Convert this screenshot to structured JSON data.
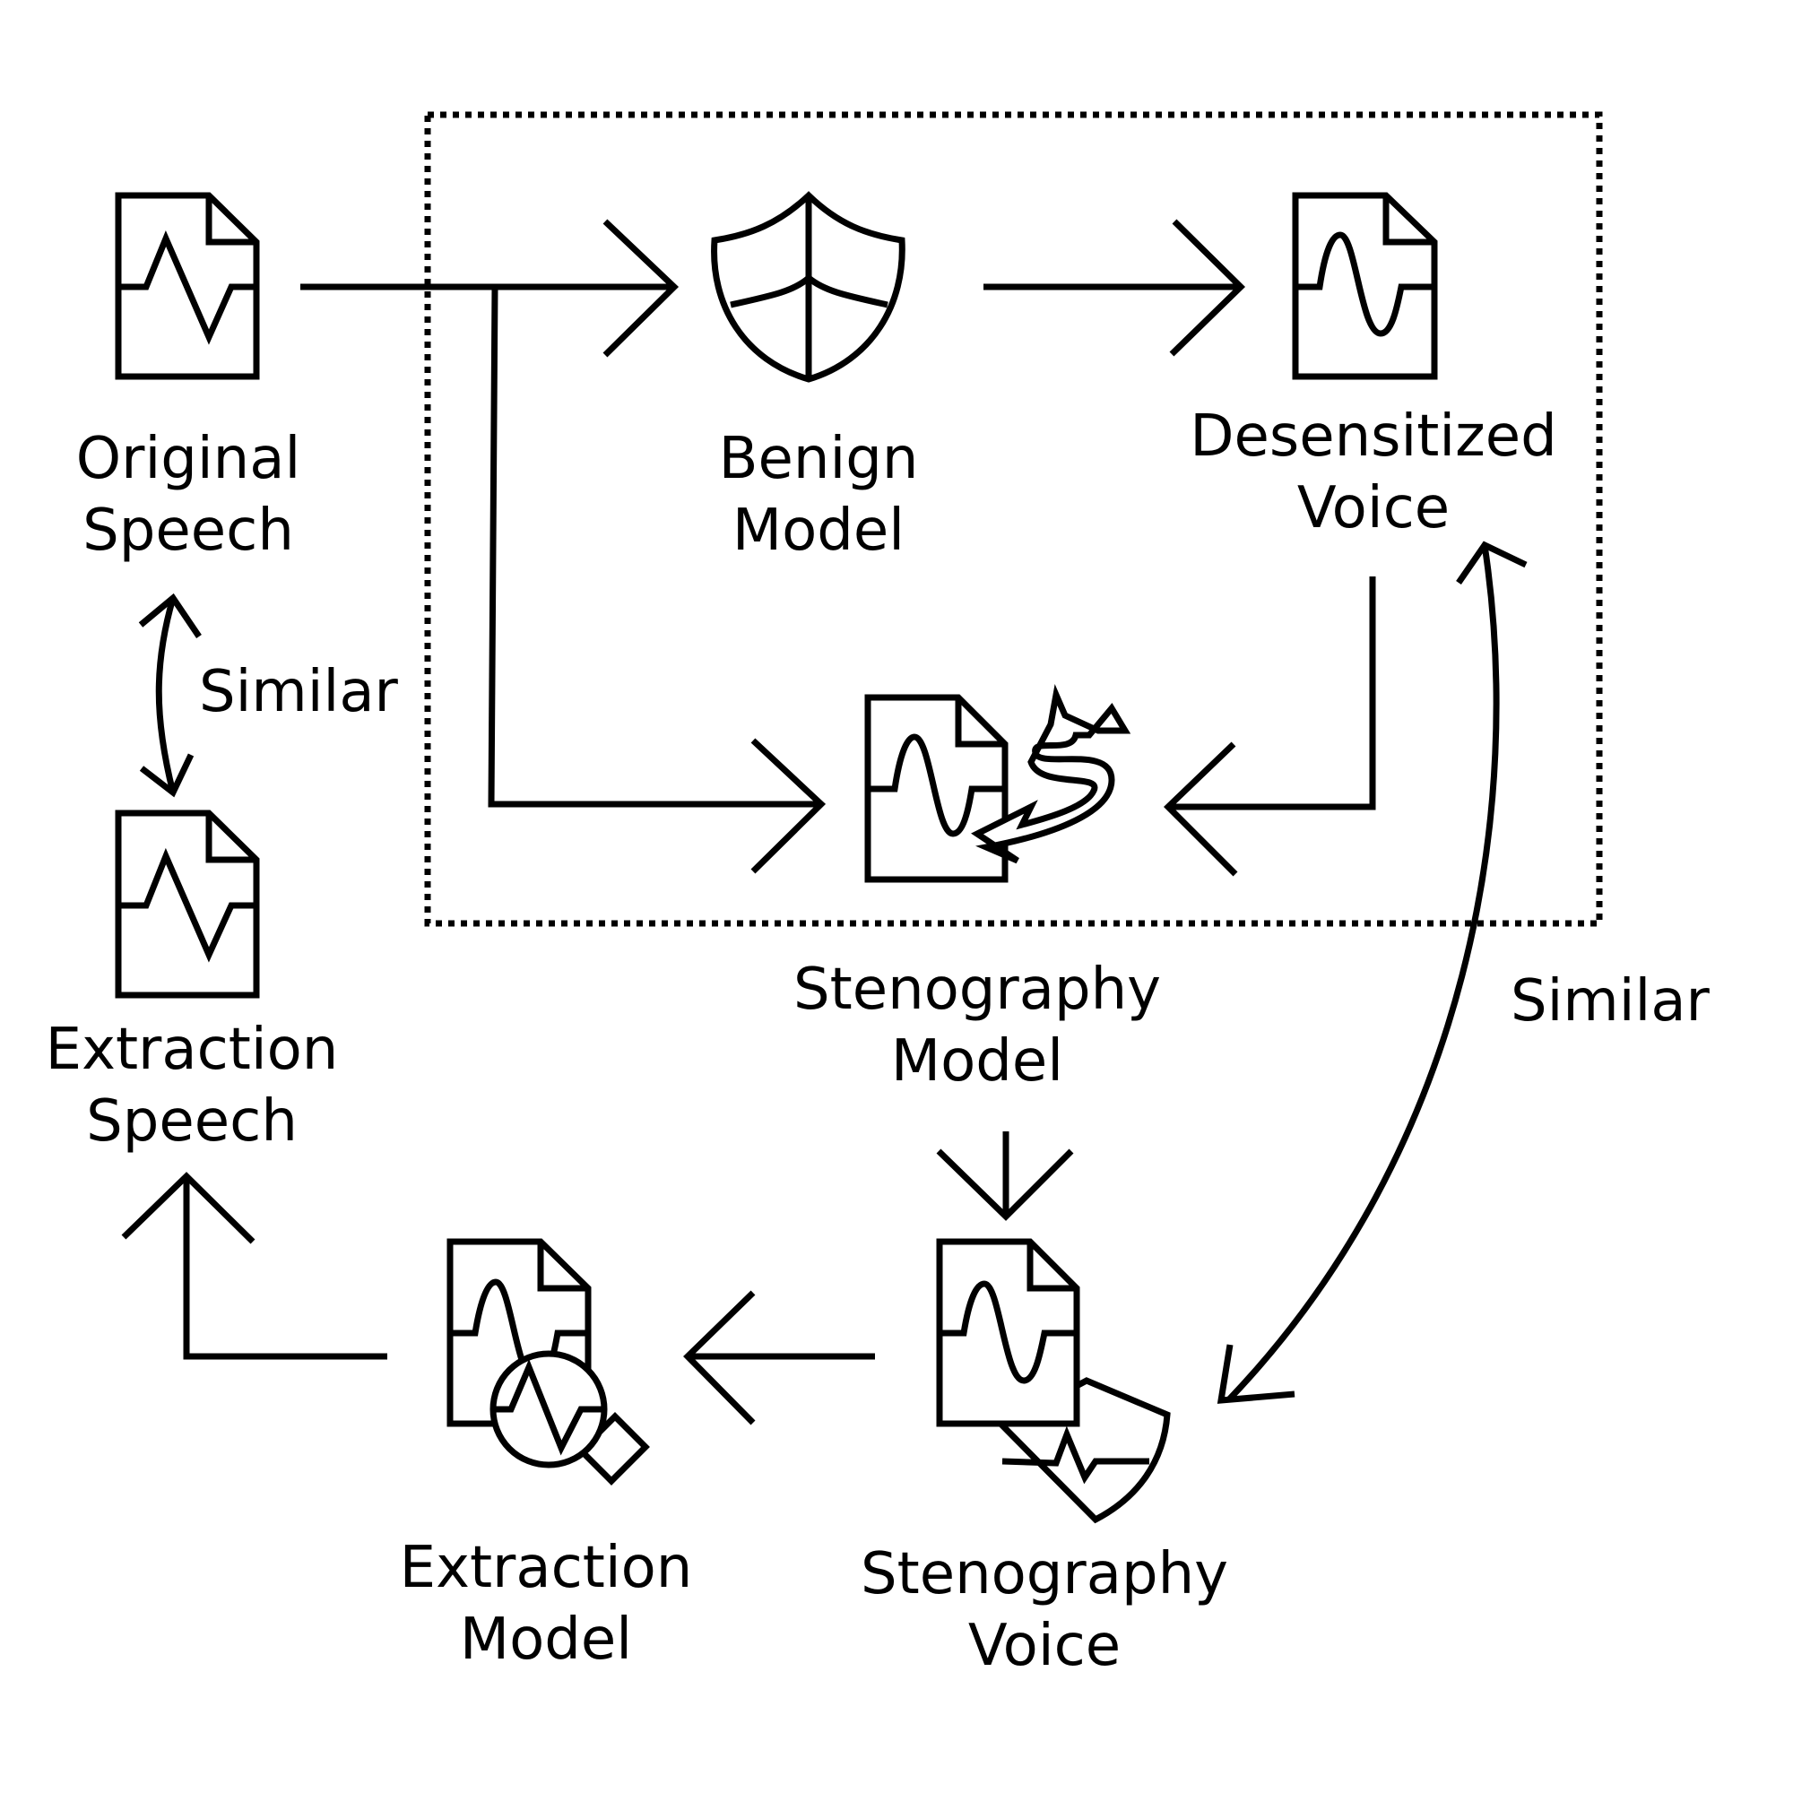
{
  "nodes": {
    "original_speech": {
      "line1": "Original",
      "line2": "Speech"
    },
    "benign_model": {
      "line1": "Benign",
      "line2": "Model"
    },
    "desensitized_voice": {
      "line1": "Desensitized",
      "line2": "Voice"
    },
    "stenography_model": {
      "line1": "Stenography",
      "line2": "Model"
    },
    "extraction_speech": {
      "line1": "Extraction",
      "line2": "Speech"
    },
    "extraction_model": {
      "line1": "Extraction",
      "line2": "Model"
    },
    "stenography_voice": {
      "line1": "Stenography",
      "line2": "Voice"
    }
  },
  "relations": {
    "left_similar": "Similar",
    "right_similar": "Similar"
  }
}
